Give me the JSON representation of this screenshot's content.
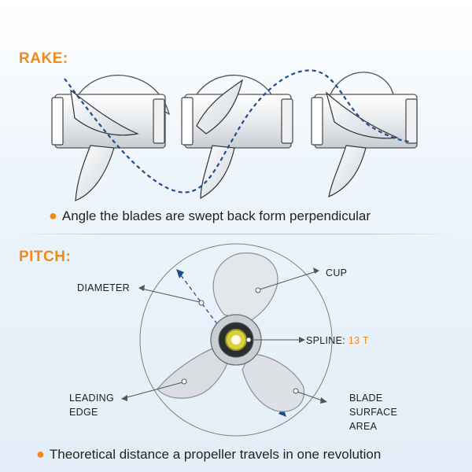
{
  "rake": {
    "heading": "RAKE:",
    "caption": "Angle the blades are swept back form perpendicular",
    "bullet": "●"
  },
  "pitch": {
    "heading": "PITCH:",
    "caption": "Theoretical distance a propeller travels in one revolution",
    "bullet": "●",
    "labels": {
      "diameter": "DIAMETER",
      "cup": "CUP",
      "spline_prefix": "SPLINE: ",
      "spline_value": "13 T",
      "leading_edge_line1": "LEADING",
      "leading_edge_line2": "EDGE",
      "blade_surface_line1": "BLADE",
      "blade_surface_line2": "SURFACE",
      "blade_surface_line3": "AREA"
    }
  },
  "colors": {
    "accent": "#f08a1a",
    "dashed_curve": "#1f4e8c",
    "leader_line": "#555555",
    "blade_fill": "#dfe3e7",
    "blade_outline": "#8a8f95",
    "hub_gold": "#d8d040"
  }
}
